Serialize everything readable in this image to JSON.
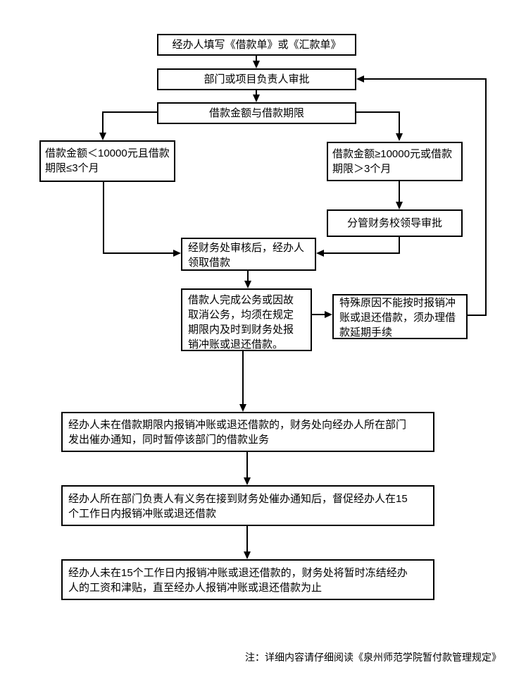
{
  "page": {
    "background": "#ffffff",
    "line_color": "#000000",
    "box_border_color": "#000000",
    "box_background": "#ffffff"
  },
  "flowchart": {
    "nodes": {
      "fill_form": "经办人填写《借款单》或《汇款单》",
      "dept_approval": "部门或项目负责人审批",
      "amount_term": "借款金额与借款期限",
      "small_loan": "借款金额＜10000元且借款期限≤3个月",
      "large_loan": "借款金额≥10000元或借款期限＞3个月",
      "vp_approval": "分管财务校领导审批",
      "receive_loan": "经财务处审核后，经办人领取借款",
      "repay_rule": "借款人完成公务或因故取消公务，均须在规定期限内及时到财务处报销冲账或退还借款。",
      "extension": "特殊原因不能按时报销冲账或退还借款，须办理借款延期手续",
      "overdue_notice": "经办人未在借款期限内报销冲账或退还借款的，财务处向经办人所在部门发出催办通知，同时暂停该部门的借款业务",
      "supervision": "经办人所在部门负责人有义务在接到财务处催办通知后，督促经办人在15个工作日内报销冲账或退还借款",
      "freeze": "经办人未在15个工作日内报销冲账或退还借款的，财务处将暂时冻结经办人的工资和津贴，直至经办人报销冲账或退还借款为止"
    },
    "note": "注：详细内容请仔细阅读《泉州师范学院暂付款管理规定》"
  }
}
